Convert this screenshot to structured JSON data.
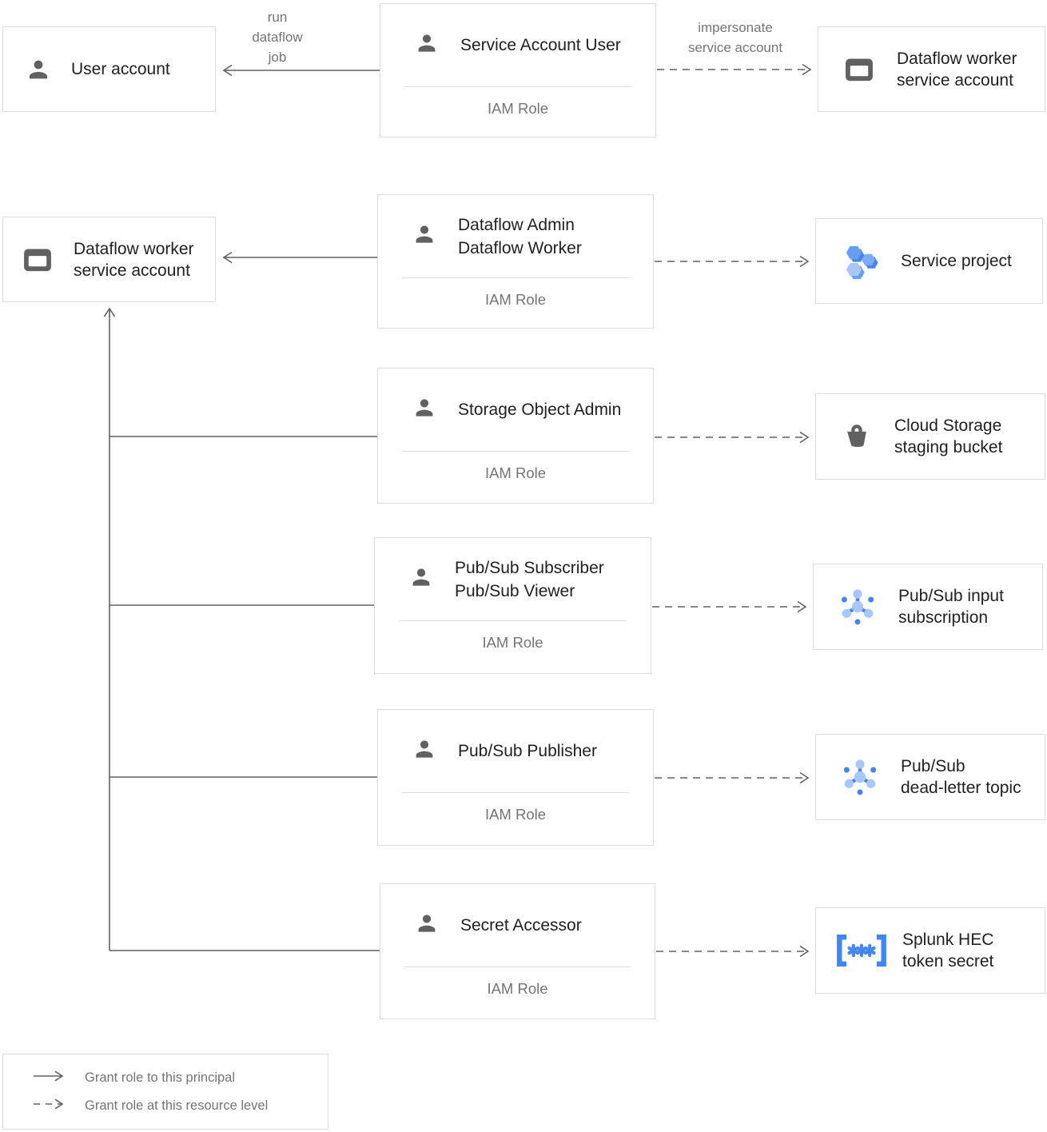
{
  "colors": {
    "box_border": "#dadce0",
    "text_primary": "#212121",
    "text_secondary": "#757575",
    "line": "#616161",
    "icon_gray": "#616161",
    "blue": "#4285f4",
    "blue_medium": "#669df6",
    "blue_light": "#a8c7fa"
  },
  "nodes": {
    "user_account": {
      "label": "User account",
      "icon": "person-icon"
    },
    "dataflow_worker_sa_right": {
      "label": "Dataflow worker\nservice account",
      "icon": "service-account-window-icon"
    },
    "dataflow_worker_sa_left": {
      "label": "Dataflow worker\nservice account",
      "icon": "service-account-window-icon"
    },
    "service_project": {
      "label": "Service project",
      "icon": "project-hexagons-icon"
    },
    "cloud_storage_bucket": {
      "label": "Cloud Storage\nstaging bucket",
      "icon": "storage-bucket-icon"
    },
    "pubsub_input_subscription": {
      "label": "Pub/Sub input\nsubscription",
      "icon": "pubsub-network-icon"
    },
    "pubsub_dead_letter_topic": {
      "label": "Pub/Sub\ndead-letter topic",
      "icon": "pubsub-network-icon"
    },
    "splunk_hec_token_secret": {
      "label": "Splunk HEC\ntoken secret",
      "icon": "secret-brackets-icon"
    }
  },
  "roles": {
    "service_account_user": {
      "title": "Service Account User",
      "subtitle": "IAM Role",
      "icon": "person-icon"
    },
    "dataflow_admin_worker": {
      "title": "Dataflow Admin\nDataflow Worker",
      "subtitle": "IAM Role",
      "icon": "person-icon"
    },
    "storage_object_admin": {
      "title": "Storage Object Admin",
      "subtitle": "IAM Role",
      "icon": "person-icon"
    },
    "pubsub_subscriber_viewer": {
      "title": "Pub/Sub Subscriber\nPub/Sub Viewer",
      "subtitle": "IAM Role",
      "icon": "person-icon"
    },
    "pubsub_publisher": {
      "title": "Pub/Sub Publisher",
      "subtitle": "IAM Role",
      "icon": "person-icon"
    },
    "secret_accessor": {
      "title": "Secret Accessor",
      "subtitle": "IAM Role",
      "icon": "person-icon"
    }
  },
  "edges": {
    "run_dataflow_job_label": "run\ndataflow\njob",
    "impersonate_label": "impersonate\nservice account"
  },
  "legend": {
    "solid_label": "Grant role to this principal",
    "dashed_label": "Grant role at this resource level"
  }
}
